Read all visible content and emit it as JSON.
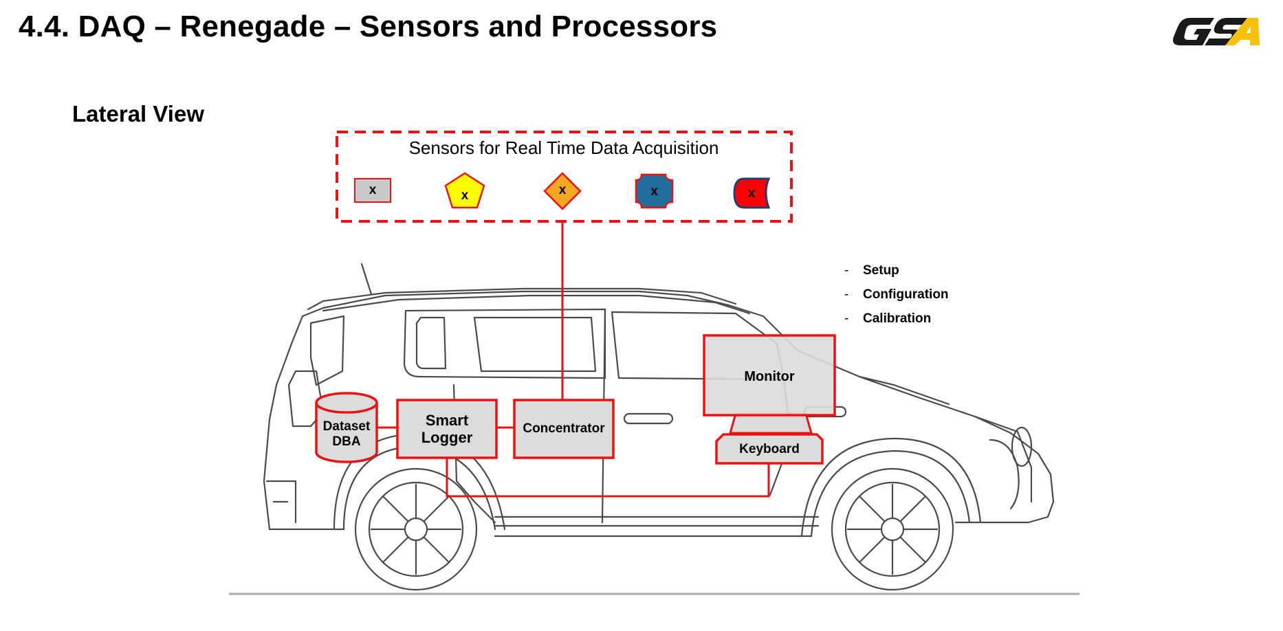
{
  "slide": {
    "title": "4.4. DAQ – Renegade – Sensors and Processors",
    "view_label": "Lateral View",
    "logo_text": "GSA"
  },
  "legend": {
    "title": "Sensors for Real Time Data Acquisition",
    "symbols": [
      {
        "shape": "gray-rectangle",
        "label": "x",
        "fill": "#c8c8c8"
      },
      {
        "shape": "yellow-pentagon",
        "label": "x",
        "fill": "#ffff00"
      },
      {
        "shape": "orange-diamond",
        "label": "x",
        "fill": "#f5a623"
      },
      {
        "shape": "blue-octagon",
        "label": "x",
        "fill": "#1f6e9c"
      },
      {
        "shape": "red-can",
        "label": "x",
        "fill": "#ff0000"
      }
    ]
  },
  "components": {
    "dataset": "Dataset DBA",
    "dataset_line1": "Dataset",
    "dataset_line2": "DBA",
    "logger_line1": "Smart",
    "logger_line2": "Logger",
    "concentrator": "Concentrator",
    "monitor": "Monitor",
    "keyboard": "Keyboard"
  },
  "monitor_functions": [
    "Setup",
    "Configuration",
    "Calibration"
  ],
  "colors": {
    "accent_red": "#ee1111",
    "box_fill": "#dcdcdc",
    "logo_dark": "#1a1a1a",
    "logo_yellow": "#f4c20d"
  }
}
